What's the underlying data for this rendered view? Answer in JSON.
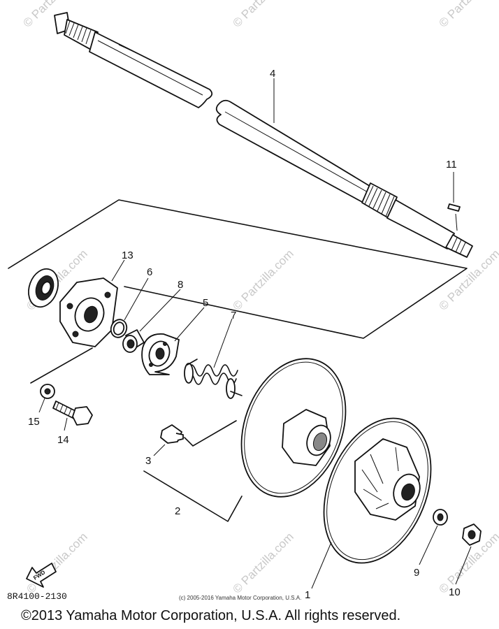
{
  "diagram": {
    "part_numbers": [
      "1",
      "2",
      "3",
      "4",
      "5",
      "6",
      "7",
      "8",
      "9",
      "10",
      "11",
      "13",
      "14",
      "15"
    ],
    "fwd_label": "FWD",
    "drawing_code": "8R4100-2130",
    "small_copyright": "(c) 2005-2016 Yamaha Motor Corporation, U.S.A.",
    "main_copyright": "©2013 Yamaha Motor Corporation, U.S.A. All rights reserved.",
    "watermark_text": "© Partzilla.com",
    "colors": {
      "line": "#111111",
      "background": "#ffffff",
      "watermark": "#c9c9c9"
    }
  }
}
